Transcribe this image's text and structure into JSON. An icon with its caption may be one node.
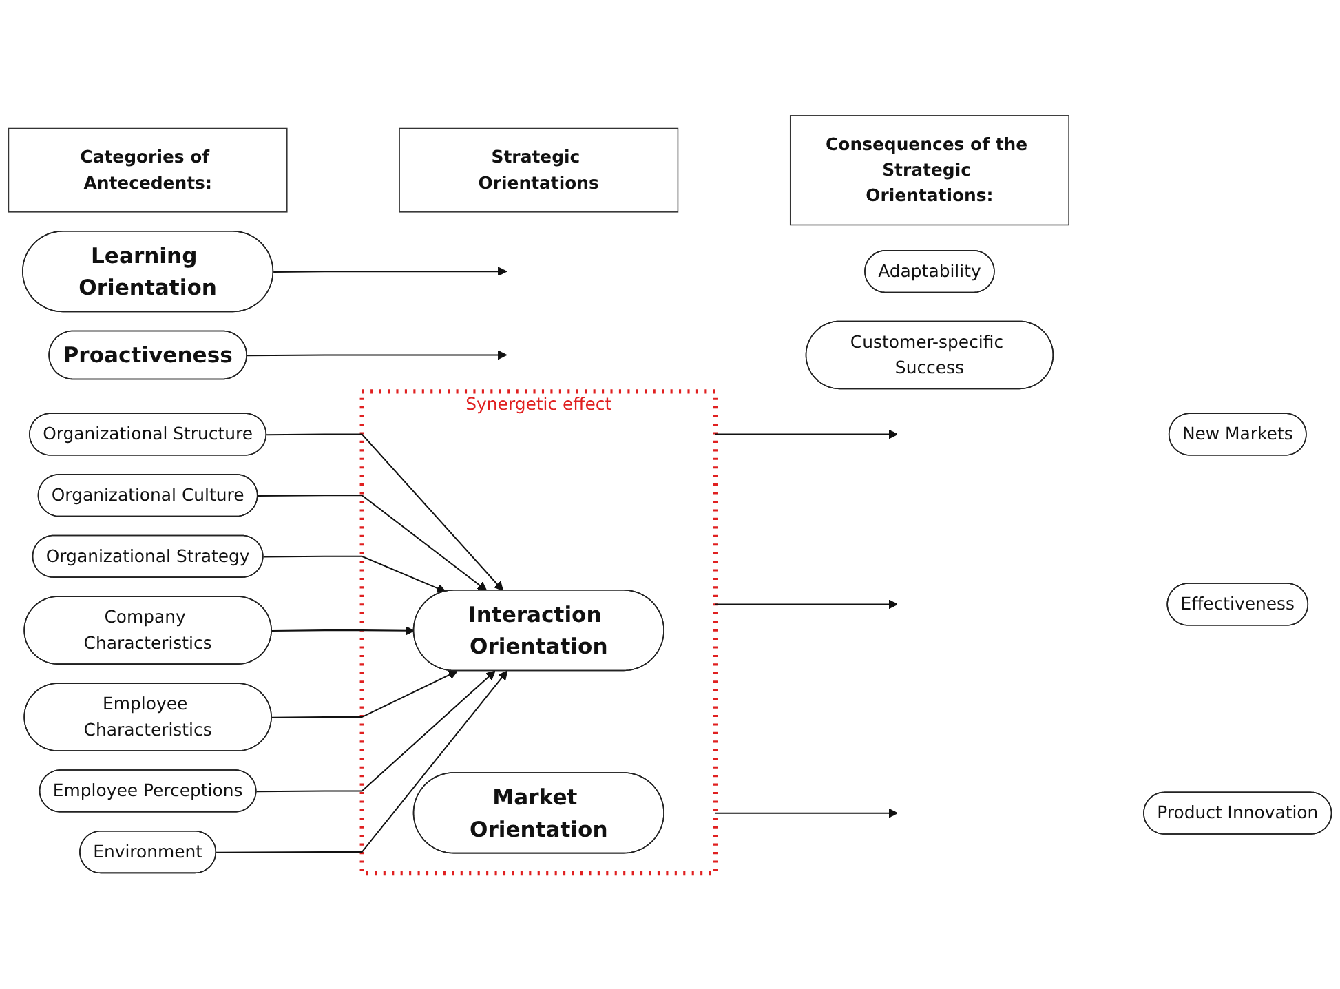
{
  "diagram": {
    "nodes": [
      {
        "text": [
          "Categories of Antecedents:"
        ]
      },
      {
        "text": [
          "Strategic Orientations"
        ]
      },
      {
        "text": [
          "Consequences of the Strategic Orientations:"
        ]
      },
      {
        "text": [
          "Organizational Structure"
        ]
      },
      {
        "text": [
          "Organizational Culture"
        ]
      },
      {
        "text": [
          "Organizational Strategy"
        ]
      },
      {
        "text": [
          "Company Characteristics"
        ]
      },
      {
        "text": [
          "Employee Characteristics"
        ]
      },
      {
        "text": [
          "Employee Perceptions"
        ]
      },
      {
        "text": [
          "Environment"
        ]
      },
      {
        "text": [
          "Synergetic effect"
        ]
      },
      {
        "text": [
          "Interaction Orientation"
        ],
        "in": 10
      },
      {
        "text": [
          "Market Orientation"
        ],
        "in": 10
      },
      {
        "text": [
          "Learning Orientation"
        ]
      },
      {
        "text": [
          "Proactiveness"
        ]
      },
      {
        "text": [
          "New Markets"
        ]
      },
      {
        "text": [
          "Effectiveness"
        ]
      },
      {
        "text": [
          "Product Innovation"
        ]
      },
      {
        "text": [
          "Adaptability"
        ]
      },
      {
        "text": [
          "Customer-specific Success"
        ]
      }
    ],
    "edges": [
      {
        "from": 3,
        "to": 11,
        "arrow": "to"
      },
      {
        "from": 4,
        "to": 11,
        "arrow": "to"
      },
      {
        "from": 5,
        "to": 11,
        "arrow": "to"
      },
      {
        "from": 6,
        "to": 11,
        "arrow": "to"
      },
      {
        "from": 7,
        "to": 11,
        "arrow": "to"
      },
      {
        "from": 8,
        "to": 11,
        "arrow": "to"
      },
      {
        "from": 9,
        "to": 11,
        "arrow": "to"
      },
      {
        "from": 10,
        "to": null,
        "arrow": "to"
      },
      {
        "from": 10,
        "to": null,
        "arrow": "to"
      },
      {
        "from": 10,
        "to": null,
        "arrow": "to"
      },
      {
        "from": 13,
        "to": null,
        "arrow": "to"
      },
      {
        "from": 14,
        "to": null,
        "arrow": "to"
      }
    ]
  }
}
